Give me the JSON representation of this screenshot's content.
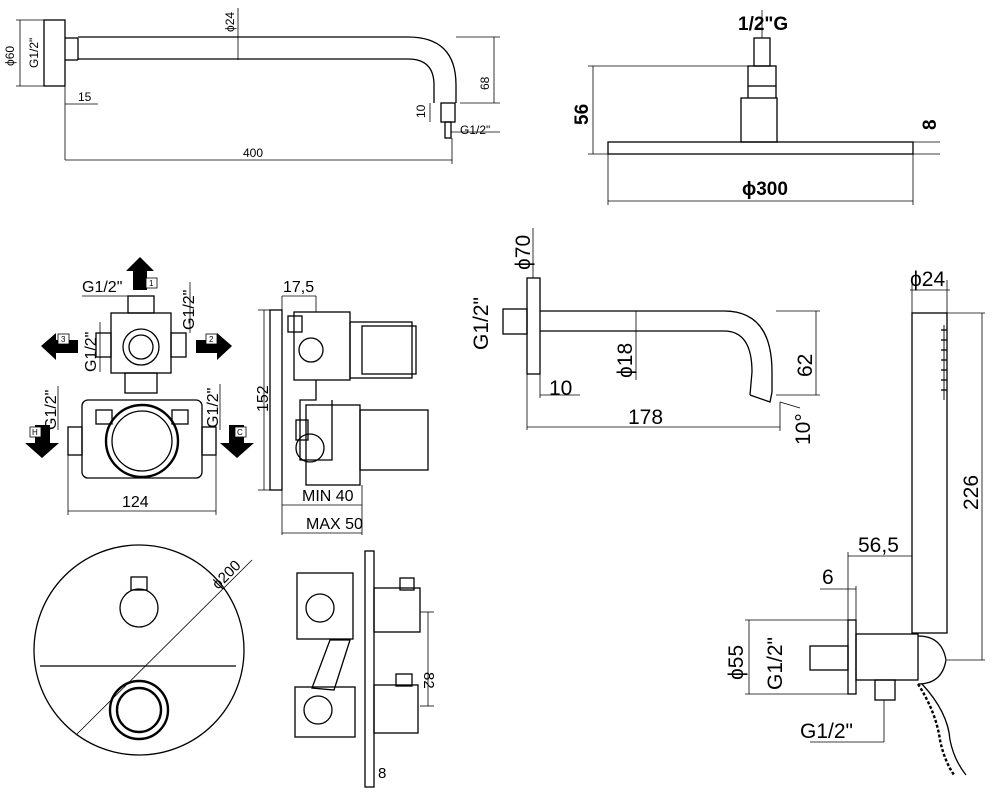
{
  "shower_arm": {
    "flange_diameter": "ϕ60",
    "thread": "G1/2\"",
    "pipe_diameter": "ϕ24",
    "flange_depth": "15",
    "drop_height": "68",
    "outlet_offset": "10",
    "outlet_thread": "G1/2\"",
    "length": "400"
  },
  "shower_head": {
    "thread": "1/2\"G",
    "height": "56",
    "thickness": "8",
    "diameter": "ϕ300"
  },
  "mixer_body": {
    "top_thread": "G1/2\"",
    "side_thread_right": "G1/2\"",
    "side_thread_left": "G1/2\"",
    "lower_thread_left": "G1/2\"",
    "lower_thread_right": "G1/2\"",
    "width": "124",
    "port_1": "1",
    "port_2": "2",
    "port_3": "3",
    "port_hot": "H",
    "port_cold": "C"
  },
  "mixer_side": {
    "offset": "17,5",
    "height": "152",
    "depth_min": "MIN 40",
    "depth_max": "MAX 50"
  },
  "spout": {
    "thread": "G1/2\"",
    "flange_diameter": "ϕ70",
    "pipe_diameter": "ϕ18",
    "flange_depth": "10",
    "length": "178",
    "height": "62",
    "angle": "10°"
  },
  "cover_plate": {
    "diameter": "ϕ200"
  },
  "installed_side": {
    "spacing": "82",
    "plate_thickness": "8"
  },
  "hand_shower": {
    "diameter": "ϕ24",
    "length": "226",
    "outlet_offset": "56,5",
    "plate_offset": "6",
    "flange_diameter": "ϕ55",
    "thread": "G1/2\"",
    "outlet_thread": "G1/2\""
  }
}
